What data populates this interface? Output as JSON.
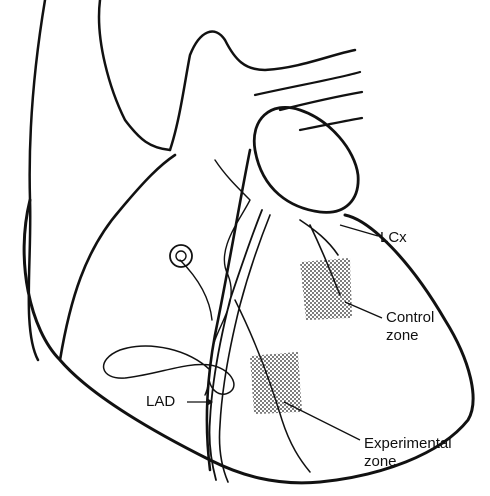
{
  "labels": {
    "lcx": "LCx",
    "control_line1": "Control",
    "control_line2": "zone",
    "lad": "LAD",
    "experimental_line1": "Experimental",
    "experimental_line2": "zone"
  },
  "colors": {
    "ink": "#111111",
    "background": "#ffffff",
    "stipple": "#222222"
  }
}
